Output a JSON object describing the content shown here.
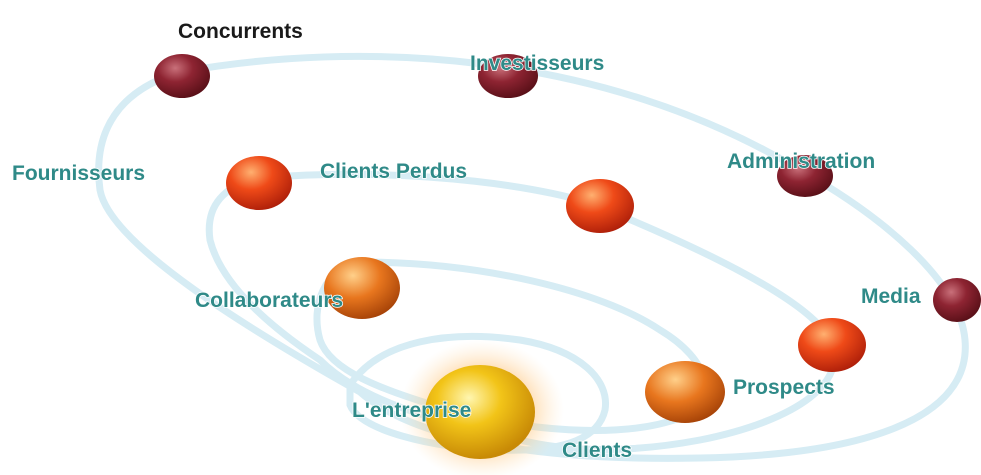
{
  "diagram": {
    "center": "L'entreprise",
    "nodes": {
      "concurrents": "Concurrents",
      "investisseurs": "Investisseurs",
      "fournisseurs": "Fournisseurs",
      "clients_perdus": "Clients Perdus",
      "administration": "Administration",
      "collaborateurs": "Collaborateurs",
      "media": "Media",
      "prospects": "Prospects",
      "clients": "Clients"
    }
  },
  "colors": {
    "label": "#2f8a88",
    "label_dark": "#1a1a1a",
    "orbit": "#d6ecf4",
    "sun": "#f2c418",
    "outer_planet": "#8e2432",
    "middle_planet": "#ef4a18",
    "inner_planet": "#e8761e"
  }
}
